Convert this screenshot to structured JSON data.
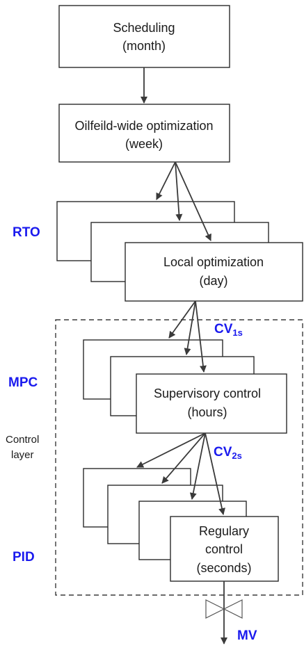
{
  "colors": {
    "accent": "#1a1aee",
    "line": "#3a3a3a",
    "text": "#1a1a1a"
  },
  "boxes": {
    "scheduling": {
      "line1": "Scheduling",
      "line2": "(month)"
    },
    "oilfield": {
      "line1": "Oilfeild-wide optimization",
      "line2": "(week)"
    },
    "local": {
      "line1": "Local optimization",
      "line2": "(day)"
    },
    "supervisory": {
      "line1": "Supervisory control",
      "line2": "(hours)"
    },
    "regulary": {
      "line1": "Regulary",
      "line2": "control",
      "line3": "(seconds)"
    }
  },
  "labels": {
    "rto": "RTO",
    "mpc": "MPC",
    "pid": "PID",
    "control_layer_line1": "Control",
    "control_layer_line2": "layer",
    "cv1": "CV",
    "cv1_sub": "1s",
    "cv2": "CV",
    "cv2_sub": "2s",
    "mv": "MV"
  },
  "icons": {
    "valve": "valve-icon"
  }
}
